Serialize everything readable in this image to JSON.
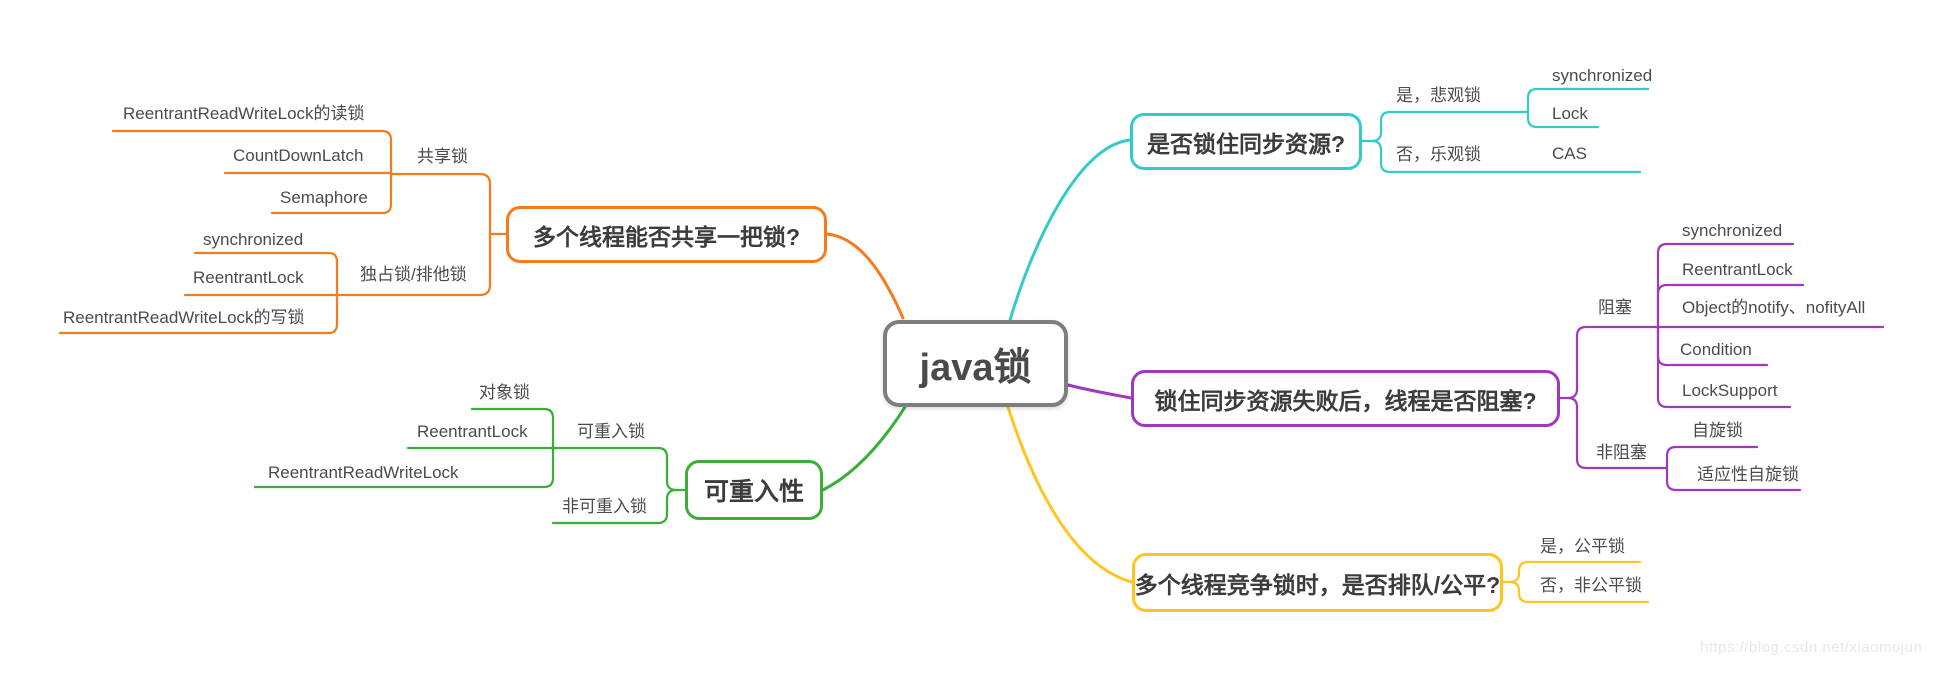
{
  "central": {
    "label": "java锁"
  },
  "watermark": "https://blog.csdn.net/xiaomojun",
  "colors": {
    "orange": "#F57C1E",
    "green": "#3CAD37",
    "cyan": "#32CBC8",
    "purple": "#A238BC",
    "yellow": "#FFC41E",
    "center_border": "#7E7E7E",
    "text_center": "#4A4A4A",
    "text_dark": "#3C3C3C",
    "text_node": "#4B4B4B",
    "watermark_color": "#E7E7E7"
  },
  "branches": {
    "share": {
      "question": "多个线程能否共享一把锁?",
      "shared": {
        "label": "共享锁",
        "items": [
          "ReentrantReadWriteLock的读锁",
          "CountDownLatch",
          "Semaphore"
        ]
      },
      "exclusive": {
        "label": "独占锁/排他锁",
        "items": [
          "synchronized",
          "ReentrantLock",
          "ReentrantReadWriteLock的写锁"
        ]
      }
    },
    "reentrancy": {
      "question": "可重入性",
      "reentrant": {
        "label": "可重入锁",
        "items": [
          "对象锁",
          "ReentrantLock",
          "ReentrantReadWriteLock"
        ]
      },
      "non_reentrant": {
        "label": "非可重入锁"
      }
    },
    "sync_resource": {
      "question": "是否锁住同步资源?",
      "pessimistic": {
        "label": "是，悲观锁",
        "items": [
          "synchronized",
          "Lock"
        ]
      },
      "optimistic": {
        "label": "否，乐观锁",
        "items": [
          "CAS"
        ]
      }
    },
    "blocking": {
      "question": "锁住同步资源失败后，线程是否阻塞?",
      "block": {
        "label": "阻塞",
        "items": [
          "synchronized",
          "ReentrantLock",
          "Object的notify、nofityAll",
          "Condition",
          "LockSupport"
        ]
      },
      "non_block": {
        "label": "非阻塞",
        "items": [
          "自旋锁",
          "适应性自旋锁"
        ]
      }
    },
    "fairness": {
      "question": "多个线程竞争锁时，是否排队/公平?",
      "fair": {
        "label": "是，公平锁"
      },
      "unfair": {
        "label": "否，非公平锁"
      }
    }
  }
}
